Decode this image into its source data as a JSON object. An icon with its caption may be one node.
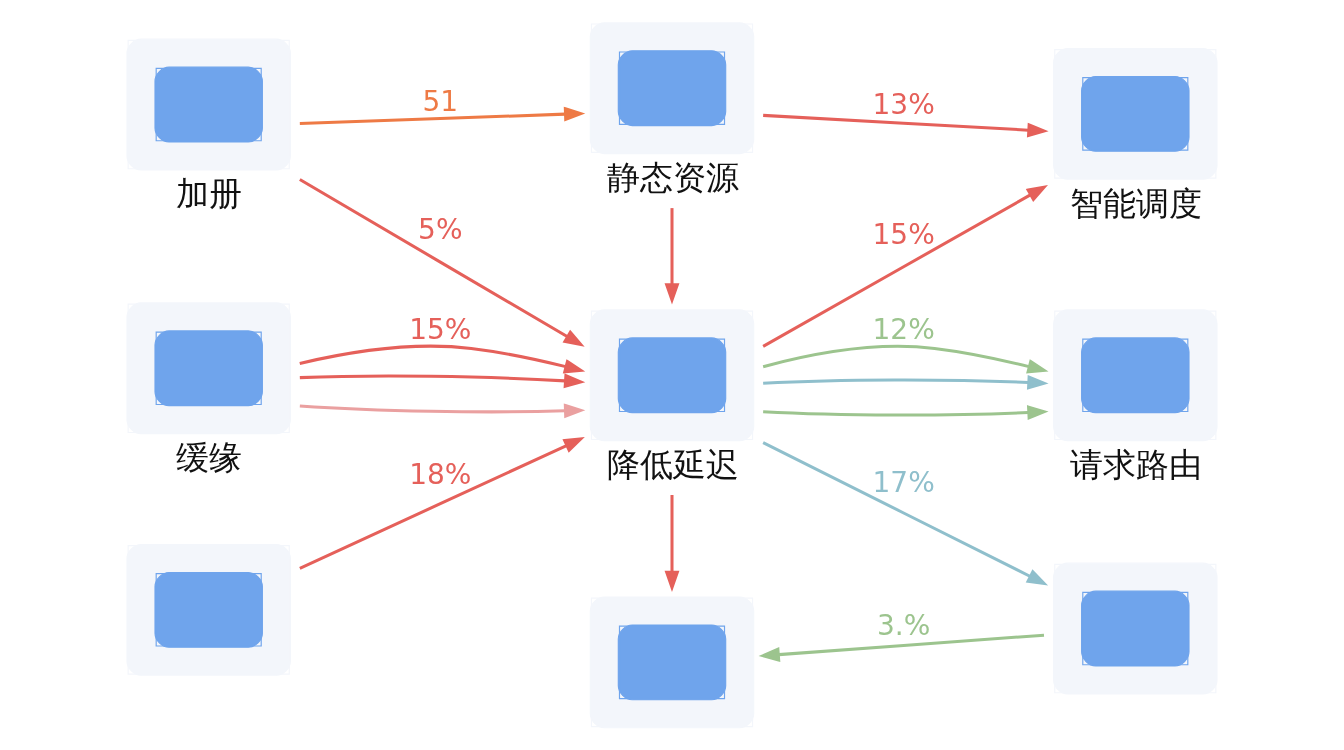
{
  "diagram": {
    "nodes": [
      {
        "text": [
          "加册"
        ]
      },
      {
        "text": [
          "静态资源"
        ]
      },
      {
        "text": [
          "智能调度"
        ]
      },
      {
        "text": [
          "缓缘"
        ]
      },
      {
        "text": [
          "降低延迟"
        ]
      },
      {
        "text": [
          "请求路由"
        ]
      },
      {
        "text": [],
        "shape": "picture"
      },
      {
        "text": [],
        "shape": "picture"
      },
      {
        "text": [],
        "shape": "picture"
      }
    ],
    "edges": [
      {
        "from": 0,
        "to": 1,
        "arrow": "to",
        "label": "51",
        "color": "#ee7a45"
      },
      {
        "from": 1,
        "to": 2,
        "arrow": "to",
        "label": "13%"
      },
      {
        "from": 0,
        "to": 4,
        "arrow": "to",
        "label": "5%"
      },
      {
        "from": 1,
        "to": 4,
        "arrow": "to"
      },
      {
        "from": 4,
        "to": 2,
        "arrow": "to",
        "label": "15%"
      },
      {
        "from": 3,
        "to": 4,
        "arrow": "to",
        "label": "15%"
      },
      {
        "from": 3,
        "to": 4,
        "arrow": "to",
        "color": "#eaa0a0"
      },
      {
        "from": 3,
        "to": 4,
        "arrow": "to"
      },
      {
        "from": 6,
        "to": 4,
        "arrow": "to",
        "label": "18%"
      },
      {
        "from": 4,
        "to": 5,
        "arrow": "to",
        "label": "12%",
        "color": "#9cc48e"
      },
      {
        "from": 4,
        "to": 5,
        "arrow": "to",
        "color": "#9cc48e"
      },
      {
        "from": 4,
        "to": 5,
        "arrow": "to",
        "color": "#8fbfcc"
      },
      {
        "from": 4,
        "to": 8,
        "arrow": "to",
        "label": "17%",
        "color": "#8fbfcc"
      },
      {
        "from": 4,
        "to": 7,
        "arrow": "to"
      },
      {
        "from": 8,
        "to": 7,
        "arrow": "to",
        "label": "3.%",
        "color": "#9cc48e"
      }
    ]
  }
}
